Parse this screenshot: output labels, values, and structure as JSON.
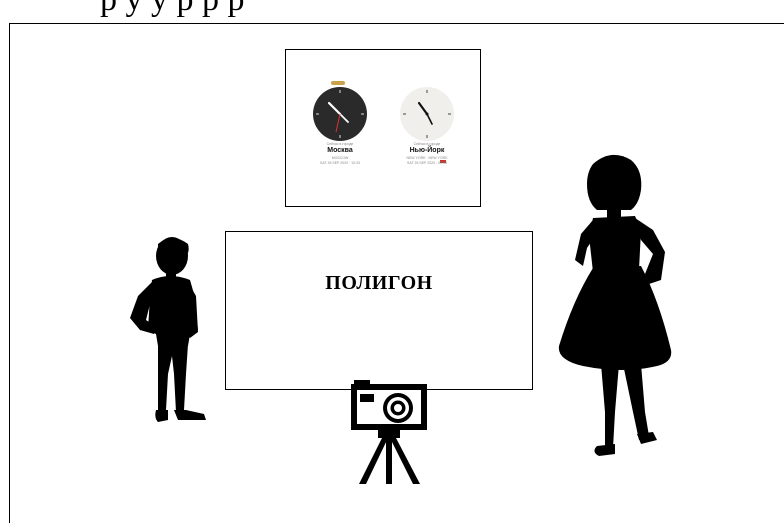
{
  "page": {
    "top_text": "р у  у    р      р          р"
  },
  "clock_photo": {
    "left_clock": {
      "city": "Москва",
      "caption": "Сейчас в городе",
      "sub": "MOSCOW",
      "info": "SAT 26 SEP 2020 · 10:33",
      "badge_color": "#c9a24a",
      "face_color": "#2a2a2a"
    },
    "right_clock": {
      "city": "Нью-Йорк",
      "caption": "Сейчас в городе",
      "sub": "NEW YORK · NEW YORK",
      "info": "SAT 26 SEP 2020 · 03:33",
      "face_color": "#f1efec"
    }
  },
  "poligon": {
    "label": "ПОЛИГОН"
  },
  "figures": {
    "boy": "boy-silhouette",
    "girl": "girl-silhouette",
    "camera": "camera-on-tripod-icon"
  }
}
